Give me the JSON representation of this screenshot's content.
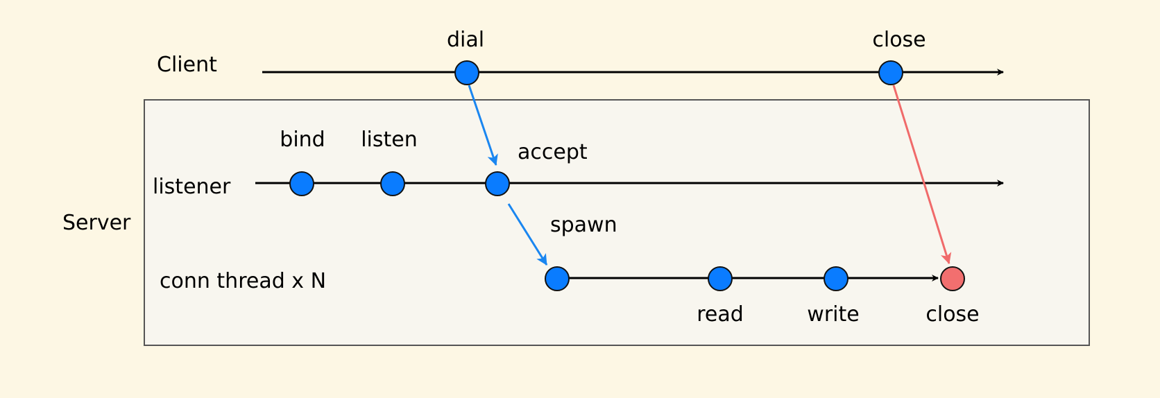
{
  "colors": {
    "background": "#fdf7e4",
    "server_box_fill": "#f8f6ef",
    "server_box_stroke": "#555555",
    "node_blue": "#0a7cff",
    "node_red": "#f26f6f",
    "arrow_blue": "#1a86f0",
    "arrow_red": "#f06a6a",
    "timeline": "#000000"
  },
  "lanes": {
    "client": "Client",
    "server": "Server",
    "listener": "listener",
    "conn_thread": "conn thread x N"
  },
  "events": {
    "dial": "dial",
    "client_close": "close",
    "bind": "bind",
    "listen": "listen",
    "accept": "accept",
    "spawn": "spawn",
    "read": "read",
    "write": "write",
    "conn_close": "close"
  }
}
